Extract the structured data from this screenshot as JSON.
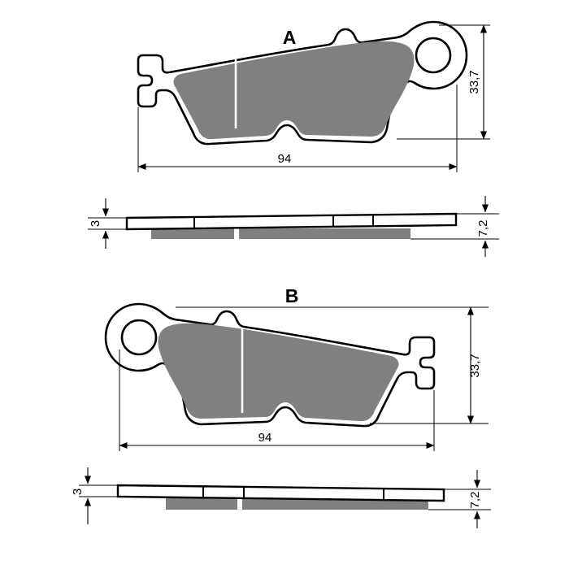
{
  "drawing": {
    "title_hidden": "",
    "background_color": "#ffffff",
    "line_color": "#000000",
    "friction_color": "#808080"
  },
  "parts": [
    {
      "label": "A",
      "label_name": "part-label-a",
      "plan_view": {
        "name": "pad-a-plan-view",
        "orientation": "ear-right",
        "dimensions": {
          "length": {
            "value": "94",
            "unit_implied": "mm",
            "placement": "bottom"
          },
          "height": {
            "value": "33,7",
            "unit_implied": "mm",
            "placement": "right",
            "rotated": true
          }
        }
      },
      "side_view": {
        "name": "pad-a-side-view",
        "dimensions": {
          "backing_plate_thickness": {
            "value": "3",
            "placement": "left",
            "rotated": true
          },
          "total_thickness": {
            "value": "7,2",
            "placement": "right",
            "rotated": true
          }
        },
        "plate_segments": 4
      }
    },
    {
      "label": "B",
      "label_name": "part-label-b",
      "plan_view": {
        "name": "pad-b-plan-view",
        "orientation": "ear-left",
        "dimensions": {
          "length": {
            "value": "94",
            "unit_implied": "mm",
            "placement": "bottom"
          },
          "height": {
            "value": "33,7",
            "unit_implied": "mm",
            "placement": "right",
            "rotated": true
          }
        }
      },
      "side_view": {
        "name": "pad-b-side-view",
        "dimensions": {
          "backing_plate_thickness": {
            "value": "3",
            "placement": "left",
            "rotated": true
          },
          "total_thickness": {
            "value": "7,2",
            "placement": "right",
            "rotated": true
          }
        },
        "plate_segments": 4
      }
    }
  ],
  "labels": {
    "a": "A",
    "b": "B",
    "length_a": "94",
    "height_a": "33,7",
    "thickness_plate_a": "3",
    "thickness_total_a": "7,2",
    "length_b": "94",
    "height_b": "33,7",
    "thickness_plate_b": "3",
    "thickness_total_b": "7,2"
  }
}
